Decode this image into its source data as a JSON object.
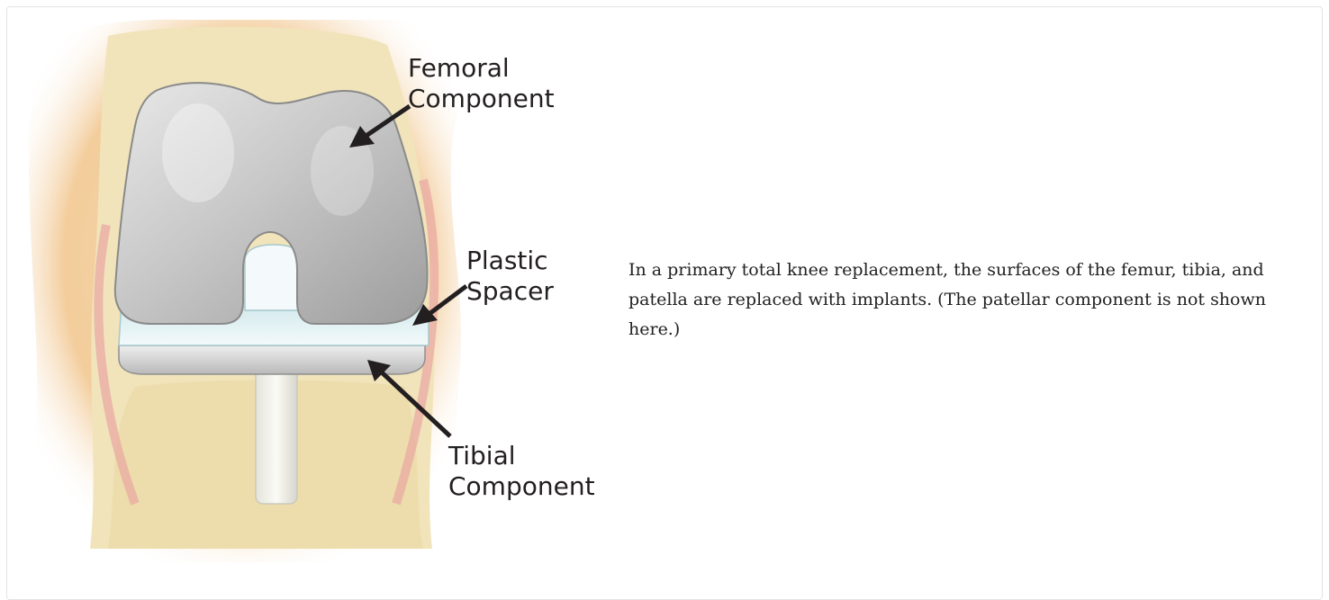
{
  "figure": {
    "labels": {
      "femoral_line1": "Femoral",
      "femoral_line2": "Component",
      "plastic_line1": "Plastic",
      "plastic_line2": "Spacer",
      "tibial_line1": "Tibial",
      "tibial_line2": "Component"
    }
  },
  "caption": {
    "text": "In a primary total knee replacement, the surfaces of the femur, tibia, and patella are replaced with implants. (The patellar component is not shown here.)"
  },
  "colors": {
    "skin": "#f3cfa0",
    "bone": "#f1e3b8",
    "metal": "#c9c9c9",
    "plastic": "#e3f1f2",
    "ligament": "#e9a9a3",
    "arrow": "#231f20"
  }
}
